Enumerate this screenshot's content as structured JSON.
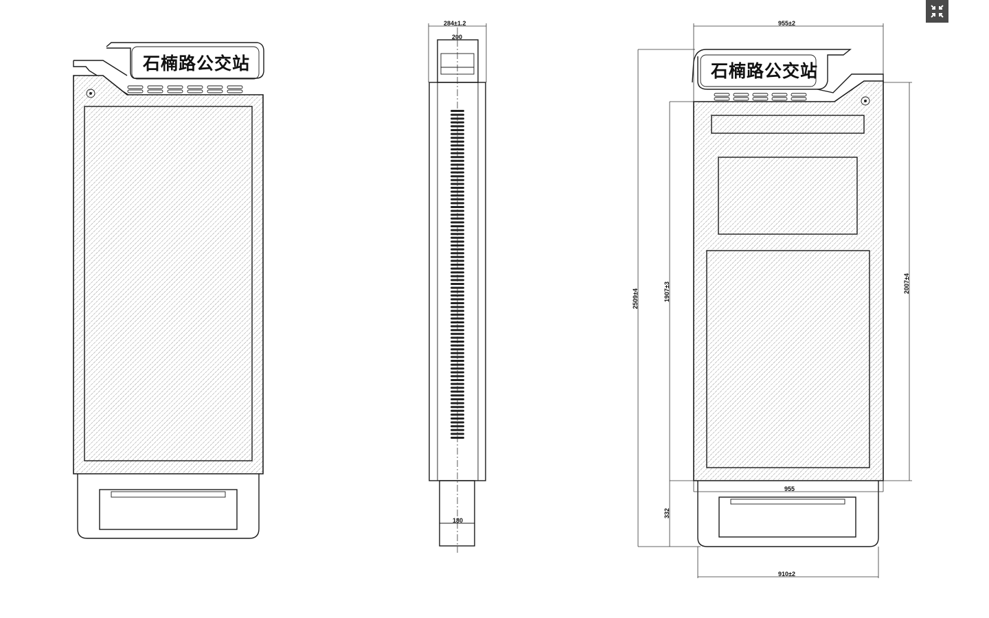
{
  "toolbar": {
    "exit_fullscreen_icon": "compress-arrows-icon"
  },
  "front_view": {
    "sign_text": "石楠路公交站"
  },
  "side_view": {
    "dim_top_outer": "284±1.2",
    "dim_top_inner": "200",
    "dim_base": "180"
  },
  "rear_view": {
    "sign_text": "石楠路公交站",
    "dim_top_width": "955±2",
    "dim_total_height": "2509±4",
    "dim_body_height_left": "1907±3",
    "dim_body_height_right": "2007±4",
    "dim_base_height": "332",
    "dim_body_width": "955",
    "dim_base_width": "910±2"
  }
}
